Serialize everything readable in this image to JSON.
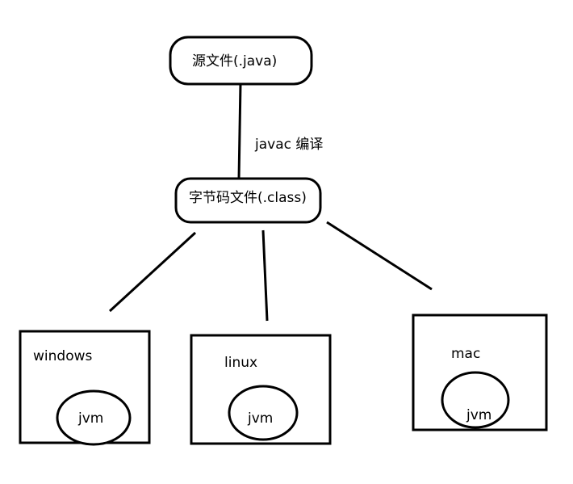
{
  "diagram": {
    "source_node": "源文件(.java)",
    "compile_edge": "javac 编译",
    "bytecode_node": "字节码文件(.class)",
    "platforms": [
      {
        "os": "windows",
        "runtime": "jvm"
      },
      {
        "os": "linux",
        "runtime": "jvm"
      },
      {
        "os": "mac",
        "runtime": "jvm"
      }
    ]
  }
}
